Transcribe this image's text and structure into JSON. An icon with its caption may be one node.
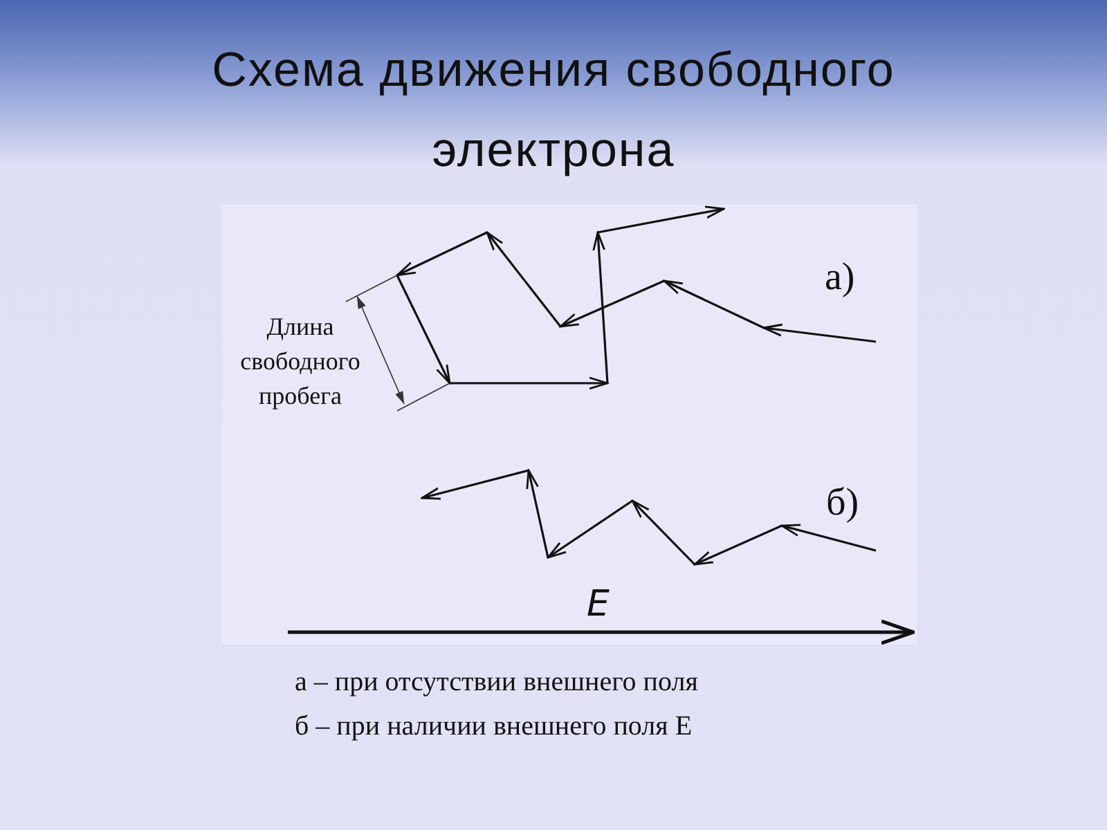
{
  "diagram": {
    "title": "Схема движения свободного электрона",
    "labels": [
      "а)",
      "Длина свободного пробега",
      "б)",
      "E",
      "а – при отсутствии внешнего поля",
      "б – при наличии внешнего поля E"
    ]
  }
}
